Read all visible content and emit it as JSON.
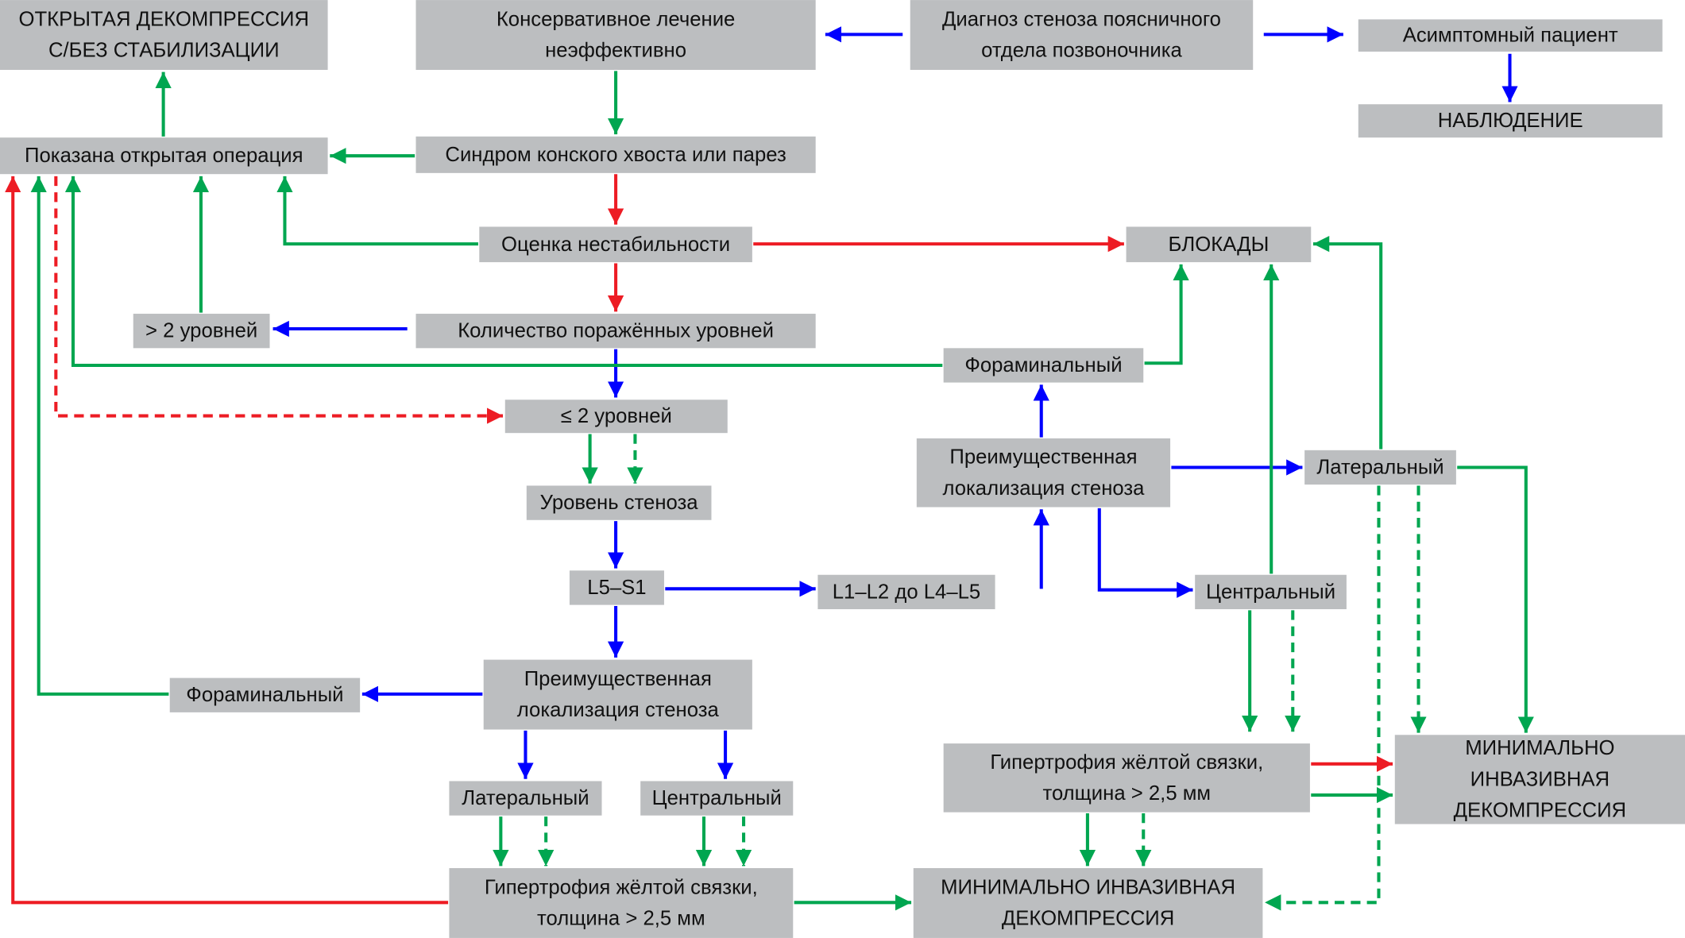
{
  "title": "Алгоритм лечения стеноза поясничного отдела позвоночника",
  "colors": {
    "box": "#bcbec0",
    "green": "#00a650",
    "red": "#ed1c24",
    "blue": "#0000ff",
    "text": "#111111"
  },
  "nodes": [
    {
      "id": "open_decomp",
      "lines": [
        "ОТКРЫТАЯ ДЕКОМПРЕССИЯ",
        "С/БЕЗ СТАБИЛИЗАЦИИ"
      ]
    },
    {
      "id": "conservative_failed",
      "lines": [
        "Консервативное лечение",
        "неэффективно"
      ]
    },
    {
      "id": "diagnosis",
      "lines": [
        "Диагноз стеноза поясничного",
        "отдела позвоночника"
      ]
    },
    {
      "id": "asymptomatic",
      "lines": [
        "Асимптомный пациент"
      ]
    },
    {
      "id": "observation",
      "lines": [
        "НАБЛЮДЕНИЕ"
      ]
    },
    {
      "id": "open_surgery_indicated",
      "lines": [
        "Показана открытая операция"
      ]
    },
    {
      "id": "cauda_equina",
      "lines": [
        "Синдром конского хвоста или парез"
      ]
    },
    {
      "id": "instability",
      "lines": [
        "Оценка нестабильности"
      ]
    },
    {
      "id": "blocks",
      "lines": [
        "БЛОКАДЫ"
      ]
    },
    {
      "id": "gt2_levels",
      "lines": [
        "> 2 уровней"
      ]
    },
    {
      "id": "levels_count",
      "lines": [
        "Количество поражённых уровней"
      ]
    },
    {
      "id": "foraminal_r",
      "lines": [
        "Фораминальный"
      ]
    },
    {
      "id": "le2_levels",
      "lines": [
        "≤ 2 уровней"
      ]
    },
    {
      "id": "localization_r",
      "lines": [
        "Преимущественная",
        "локализация стеноза"
      ]
    },
    {
      "id": "lateral_r",
      "lines": [
        "Латеральный"
      ]
    },
    {
      "id": "stenosis_level",
      "lines": [
        "Уровень стеноза"
      ]
    },
    {
      "id": "l5s1",
      "lines": [
        "L5–S1"
      ]
    },
    {
      "id": "l1l2_l4l5",
      "lines": [
        "L1–L2 до L4–L5"
      ]
    },
    {
      "id": "central_r",
      "lines": [
        "Центральный"
      ]
    },
    {
      "id": "foraminal_l",
      "lines": [
        "Фораминальный"
      ]
    },
    {
      "id": "localization_l",
      "lines": [
        "Преимущественная",
        "локализация стеноза"
      ]
    },
    {
      "id": "lateral_l",
      "lines": [
        "Латеральный"
      ]
    },
    {
      "id": "central_l",
      "lines": [
        "Центральный"
      ]
    },
    {
      "id": "hypertrophy_r",
      "lines": [
        "Гипертрофия жёлтой связки,",
        "толщина > 2,5 мм"
      ]
    },
    {
      "id": "mid_r",
      "lines": [
        "МИНИМАЛЬНО",
        "ИНВАЗИВНАЯ",
        "ДЕКОМПРЕССИЯ"
      ]
    },
    {
      "id": "hypertrophy_l",
      "lines": [
        "Гипертрофия жёлтой связки,",
        "толщина > 2,5 мм"
      ]
    },
    {
      "id": "mid_bottom",
      "lines": [
        "МИНИМАЛЬНО ИНВАЗИВНАЯ",
        "ДЕКОМПРЕССИЯ"
      ]
    }
  ],
  "edges": [
    {
      "from": "diagnosis",
      "to": "conservative_failed",
      "color": "blue",
      "style": "solid"
    },
    {
      "from": "diagnosis",
      "to": "asymptomatic",
      "color": "blue",
      "style": "solid"
    },
    {
      "from": "asymptomatic",
      "to": "observation",
      "color": "blue",
      "style": "solid"
    },
    {
      "from": "conservative_failed",
      "to": "cauda_equina",
      "color": "green",
      "style": "solid"
    },
    {
      "from": "cauda_equina",
      "to": "open_surgery_indicated",
      "color": "green",
      "style": "solid"
    },
    {
      "from": "open_surgery_indicated",
      "to": "open_decomp",
      "color": "green",
      "style": "solid"
    },
    {
      "from": "cauda_equina",
      "to": "instability",
      "color": "red",
      "style": "solid"
    },
    {
      "from": "instability",
      "to": "open_surgery_indicated",
      "color": "green",
      "style": "solid"
    },
    {
      "from": "instability",
      "to": "blocks",
      "color": "red",
      "style": "solid"
    },
    {
      "from": "instability",
      "to": "levels_count",
      "color": "red",
      "style": "solid"
    },
    {
      "from": "levels_count",
      "to": "gt2_levels",
      "color": "blue",
      "style": "solid"
    },
    {
      "from": "gt2_levels",
      "to": "open_surgery_indicated",
      "color": "green",
      "style": "solid"
    },
    {
      "from": "levels_count",
      "to": "le2_levels",
      "color": "blue",
      "style": "solid"
    },
    {
      "from": "foraminal_r",
      "to": "open_surgery_indicated",
      "color": "green",
      "style": "solid"
    },
    {
      "from": "foraminal_r",
      "to": "blocks",
      "color": "green",
      "style": "solid"
    },
    {
      "from": "open_surgery_indicated",
      "to": "le2_levels",
      "color": "red",
      "style": "dashed"
    },
    {
      "from": "le2_levels",
      "to": "stenosis_level",
      "color": "green",
      "style": "solid"
    },
    {
      "from": "le2_levels",
      "to": "stenosis_level",
      "color": "green",
      "style": "dashed"
    },
    {
      "from": "stenosis_level",
      "to": "l5s1",
      "color": "blue",
      "style": "solid"
    },
    {
      "from": "l5s1",
      "to": "l1l2_l4l5",
      "color": "blue",
      "style": "solid"
    },
    {
      "from": "l1l2_l4l5",
      "to": "localization_r",
      "color": "blue",
      "style": "solid"
    },
    {
      "from": "localization_r",
      "to": "foraminal_r",
      "color": "blue",
      "style": "solid"
    },
    {
      "from": "localization_r",
      "to": "lateral_r",
      "color": "blue",
      "style": "solid"
    },
    {
      "from": "localization_r",
      "to": "central_r",
      "color": "blue",
      "style": "solid"
    },
    {
      "from": "central_r",
      "to": "blocks",
      "color": "green",
      "style": "solid"
    },
    {
      "from": "lateral_r",
      "to": "blocks",
      "color": "green",
      "style": "solid"
    },
    {
      "from": "central_r",
      "to": "hypertrophy_r",
      "color": "green",
      "style": "solid"
    },
    {
      "from": "central_r",
      "to": "hypertrophy_r",
      "color": "green",
      "style": "dashed"
    },
    {
      "from": "lateral_r",
      "to": "mid_r",
      "color": "green",
      "style": "solid"
    },
    {
      "from": "lateral_r",
      "to": "mid_r",
      "color": "green",
      "style": "dashed"
    },
    {
      "from": "lateral_r",
      "to": "mid_bottom",
      "color": "green",
      "style": "dashed"
    },
    {
      "from": "hypertrophy_r",
      "to": "mid_r",
      "color": "red",
      "style": "solid"
    },
    {
      "from": "hypertrophy_r",
      "to": "mid_r",
      "color": "green",
      "style": "solid"
    },
    {
      "from": "hypertrophy_r",
      "to": "mid_bottom",
      "color": "green",
      "style": "solid"
    },
    {
      "from": "hypertrophy_r",
      "to": "mid_bottom",
      "color": "green",
      "style": "dashed"
    },
    {
      "from": "l5s1",
      "to": "localization_l",
      "color": "blue",
      "style": "solid"
    },
    {
      "from": "localization_l",
      "to": "foraminal_l",
      "color": "blue",
      "style": "solid"
    },
    {
      "from": "foraminal_l",
      "to": "open_surgery_indicated",
      "color": "green",
      "style": "solid"
    },
    {
      "from": "localization_l",
      "to": "lateral_l",
      "color": "blue",
      "style": "solid"
    },
    {
      "from": "localization_l",
      "to": "central_l",
      "color": "blue",
      "style": "solid"
    },
    {
      "from": "lateral_l",
      "to": "hypertrophy_l",
      "color": "green",
      "style": "solid"
    },
    {
      "from": "lateral_l",
      "to": "hypertrophy_l",
      "color": "green",
      "style": "dashed"
    },
    {
      "from": "central_l",
      "to": "hypertrophy_l",
      "color": "green",
      "style": "solid"
    },
    {
      "from": "central_l",
      "to": "hypertrophy_l",
      "color": "green",
      "style": "dashed"
    },
    {
      "from": "hypertrophy_l",
      "to": "mid_bottom",
      "color": "green",
      "style": "solid"
    },
    {
      "from": "hypertrophy_l",
      "to": "open_surgery_indicated",
      "color": "red",
      "style": "solid"
    }
  ]
}
